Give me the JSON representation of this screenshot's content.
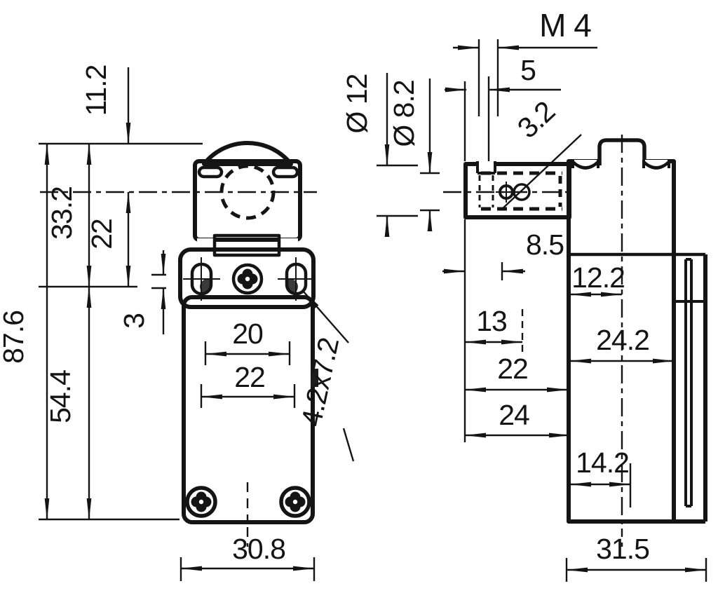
{
  "drawing": {
    "kind": "technical-dimension-drawing",
    "subject": "safety limit switch, two orthographic views",
    "units": "mm",
    "accent_colors": {
      "line": "#141414",
      "head_fill": "#575757",
      "body_fill": "#4b4b4b",
      "flange_fill": "#3d3d3d",
      "dome_fill": "#4f4f4f",
      "neck_fill": "#333333"
    },
    "views": {
      "front": {
        "name": "front view",
        "dimensions": {
          "top_to_center": "11.2",
          "head_height": "33.2",
          "center_to_flange": "22",
          "overall_height": "87.6",
          "body_height": "54.4",
          "flange_step": "3",
          "hole_pitch_inner": "20",
          "hole_pitch_outer": "22",
          "mounting_slot": "4.2x7.2",
          "body_width": "30.8"
        }
      },
      "side": {
        "name": "side view",
        "dimensions": {
          "thread": "M 4",
          "thread_depth": "5",
          "head_diameter": "Ø 12",
          "bore_diameter": "Ø 8.2",
          "cross_hole_diameter": "3.2",
          "head_front_offset": "8.5",
          "hole_axis_offset": "13",
          "head_depth": "22",
          "head_overall_depth": "24",
          "body_axis_offset": "12.2",
          "body_depth_upper": "24.2",
          "gland_axis_offset": "14.2",
          "overall_depth": "31.5"
        }
      }
    }
  }
}
